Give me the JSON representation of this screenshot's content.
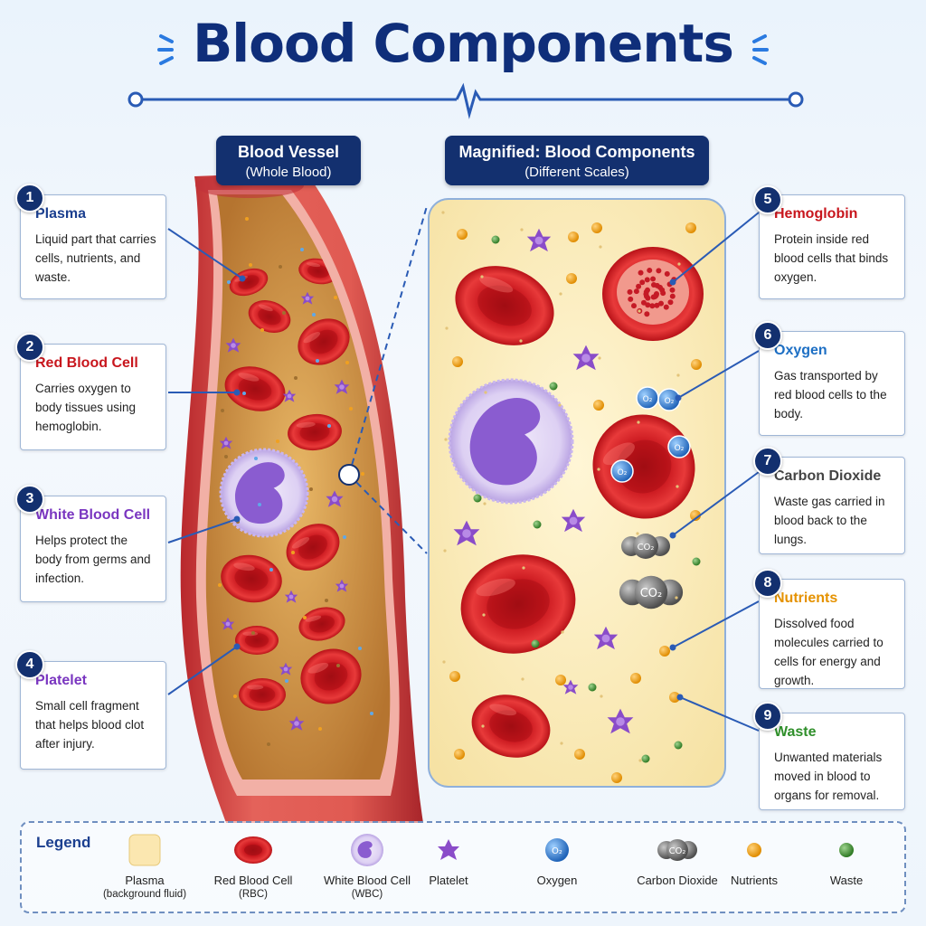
{
  "title": "Blood Components",
  "left_header": {
    "line1": "Blood Vessel",
    "line2": "(Whole Blood)"
  },
  "right_header": {
    "line1": "Magnified: Blood Components",
    "line2": "(Different Scales)"
  },
  "callouts": [
    {
      "num": "1",
      "title": "Plasma",
      "desc": "Liquid part that carries cells, nutrients, and waste.",
      "color": "#1b3f8f"
    },
    {
      "num": "2",
      "title": "Red Blood Cell",
      "desc": "Carries oxygen to body tissues using hemoglobin.",
      "color": "#c8161d"
    },
    {
      "num": "3",
      "title": "White Blood Cell",
      "desc": "Helps protect the body from germs and infection.",
      "color": "#7a36c0"
    },
    {
      "num": "4",
      "title": "Platelet",
      "desc": "Small cell fragment that helps blood clot after injury.",
      "color": "#7a36c0"
    },
    {
      "num": "5",
      "title": "Hemoglobin",
      "desc": "Protein inside red blood cells that binds oxygen.",
      "color": "#c8161d"
    },
    {
      "num": "6",
      "title": "Oxygen",
      "desc": "Gas transported by red blood cells to the body.",
      "color": "#1d6fc4"
    },
    {
      "num": "7",
      "title": "Carbon Dioxide",
      "desc": "Waste gas carried in blood back to the lungs.",
      "color": "#444444"
    },
    {
      "num": "8",
      "title": "Nutrients",
      "desc": "Dissolved food molecules carried to cells for energy and growth.",
      "color": "#e59200"
    },
    {
      "num": "9",
      "title": "Waste",
      "desc": "Unwanted materials moved in blood to organs for removal.",
      "color": "#2f8f2a"
    }
  ],
  "molecule_labels": {
    "o2": "O₂",
    "co2": "CO₂"
  },
  "legend": {
    "title": "Legend",
    "items": [
      {
        "line1": "Plasma",
        "line2": "(background fluid)"
      },
      {
        "line1": "Red Blood Cell",
        "line2": "(RBC)"
      },
      {
        "line1": "White Blood Cell",
        "line2": "(WBC)"
      },
      {
        "line1": "Platelet",
        "line2": ""
      },
      {
        "line1": "Oxygen",
        "line2": ""
      },
      {
        "line1": "Carbon Dioxide",
        "line2": ""
      },
      {
        "line1": "Nutrients",
        "line2": ""
      },
      {
        "line1": "Waste",
        "line2": ""
      }
    ]
  },
  "colors": {
    "navy": "#13306f",
    "rbc": "#d61f26",
    "wbc": "#a98be0",
    "platelet": "#8a4cc9",
    "oxygen": "#2a86d8",
    "co2": "#707070",
    "nutrient": "#f0a020",
    "waste": "#4a9a3a",
    "plasma": "#fbedc0"
  }
}
